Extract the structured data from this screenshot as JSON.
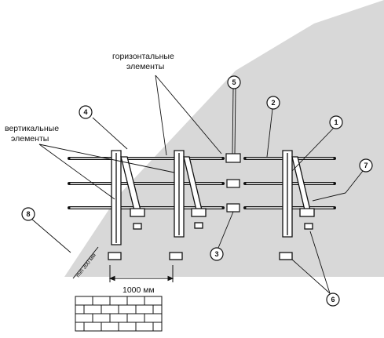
{
  "labels": {
    "horizontal_elements_line1": "горизонтальные",
    "horizontal_elements_line2": "элементы",
    "vertical_elements_line1": "вертикальные",
    "vertical_elements_line2": "элементы",
    "post_spacing": "1000 мм",
    "min_distance": "min 300 мм"
  },
  "callouts": [
    "1",
    "2",
    "3",
    "4",
    "5",
    "6",
    "7",
    "8"
  ],
  "colors": {
    "ink": "#111111",
    "shade": "#d7d7d7",
    "paper": "#ffffff"
  }
}
